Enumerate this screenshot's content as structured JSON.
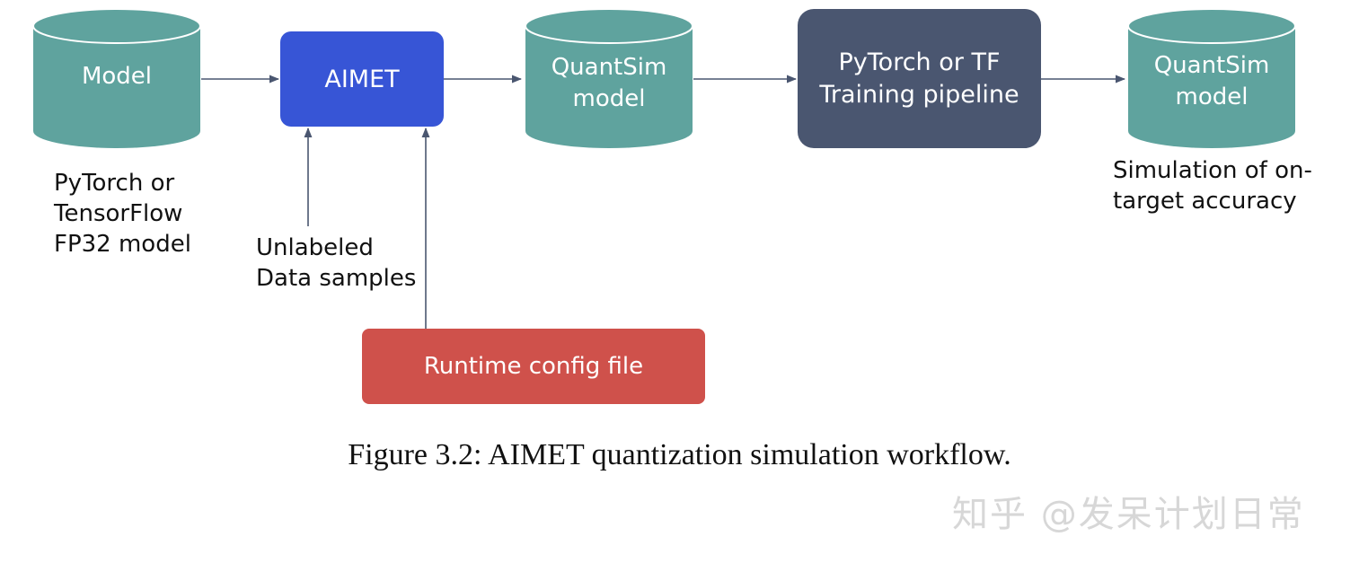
{
  "nodes": {
    "model_db": {
      "label": "Model"
    },
    "aimet": {
      "label": "AIMET"
    },
    "quantsim_db_1": {
      "label": "QuantSim\nmodel"
    },
    "training_pipeline": {
      "label": "PyTorch or TF\nTraining pipeline"
    },
    "quantsim_db_2": {
      "label": "QuantSim\nmodel"
    },
    "runtime_config": {
      "label": "Runtime config file"
    }
  },
  "notes": {
    "fp32_model": "PyTorch or\nTensorFlow\nFP32 model",
    "unlabeled_data": "Unlabeled\nData samples",
    "simulation": "Simulation of on-\ntarget accuracy"
  },
  "caption": "Figure 3.2: AIMET quantization simulation workflow.",
  "watermark": "知乎 @发呆计划日常",
  "colors": {
    "cylinder": "#5fa39e",
    "aimet": "#3755d6",
    "training": "#4a5670",
    "runtime": "#cf514b",
    "arrow": "#4a5670"
  }
}
